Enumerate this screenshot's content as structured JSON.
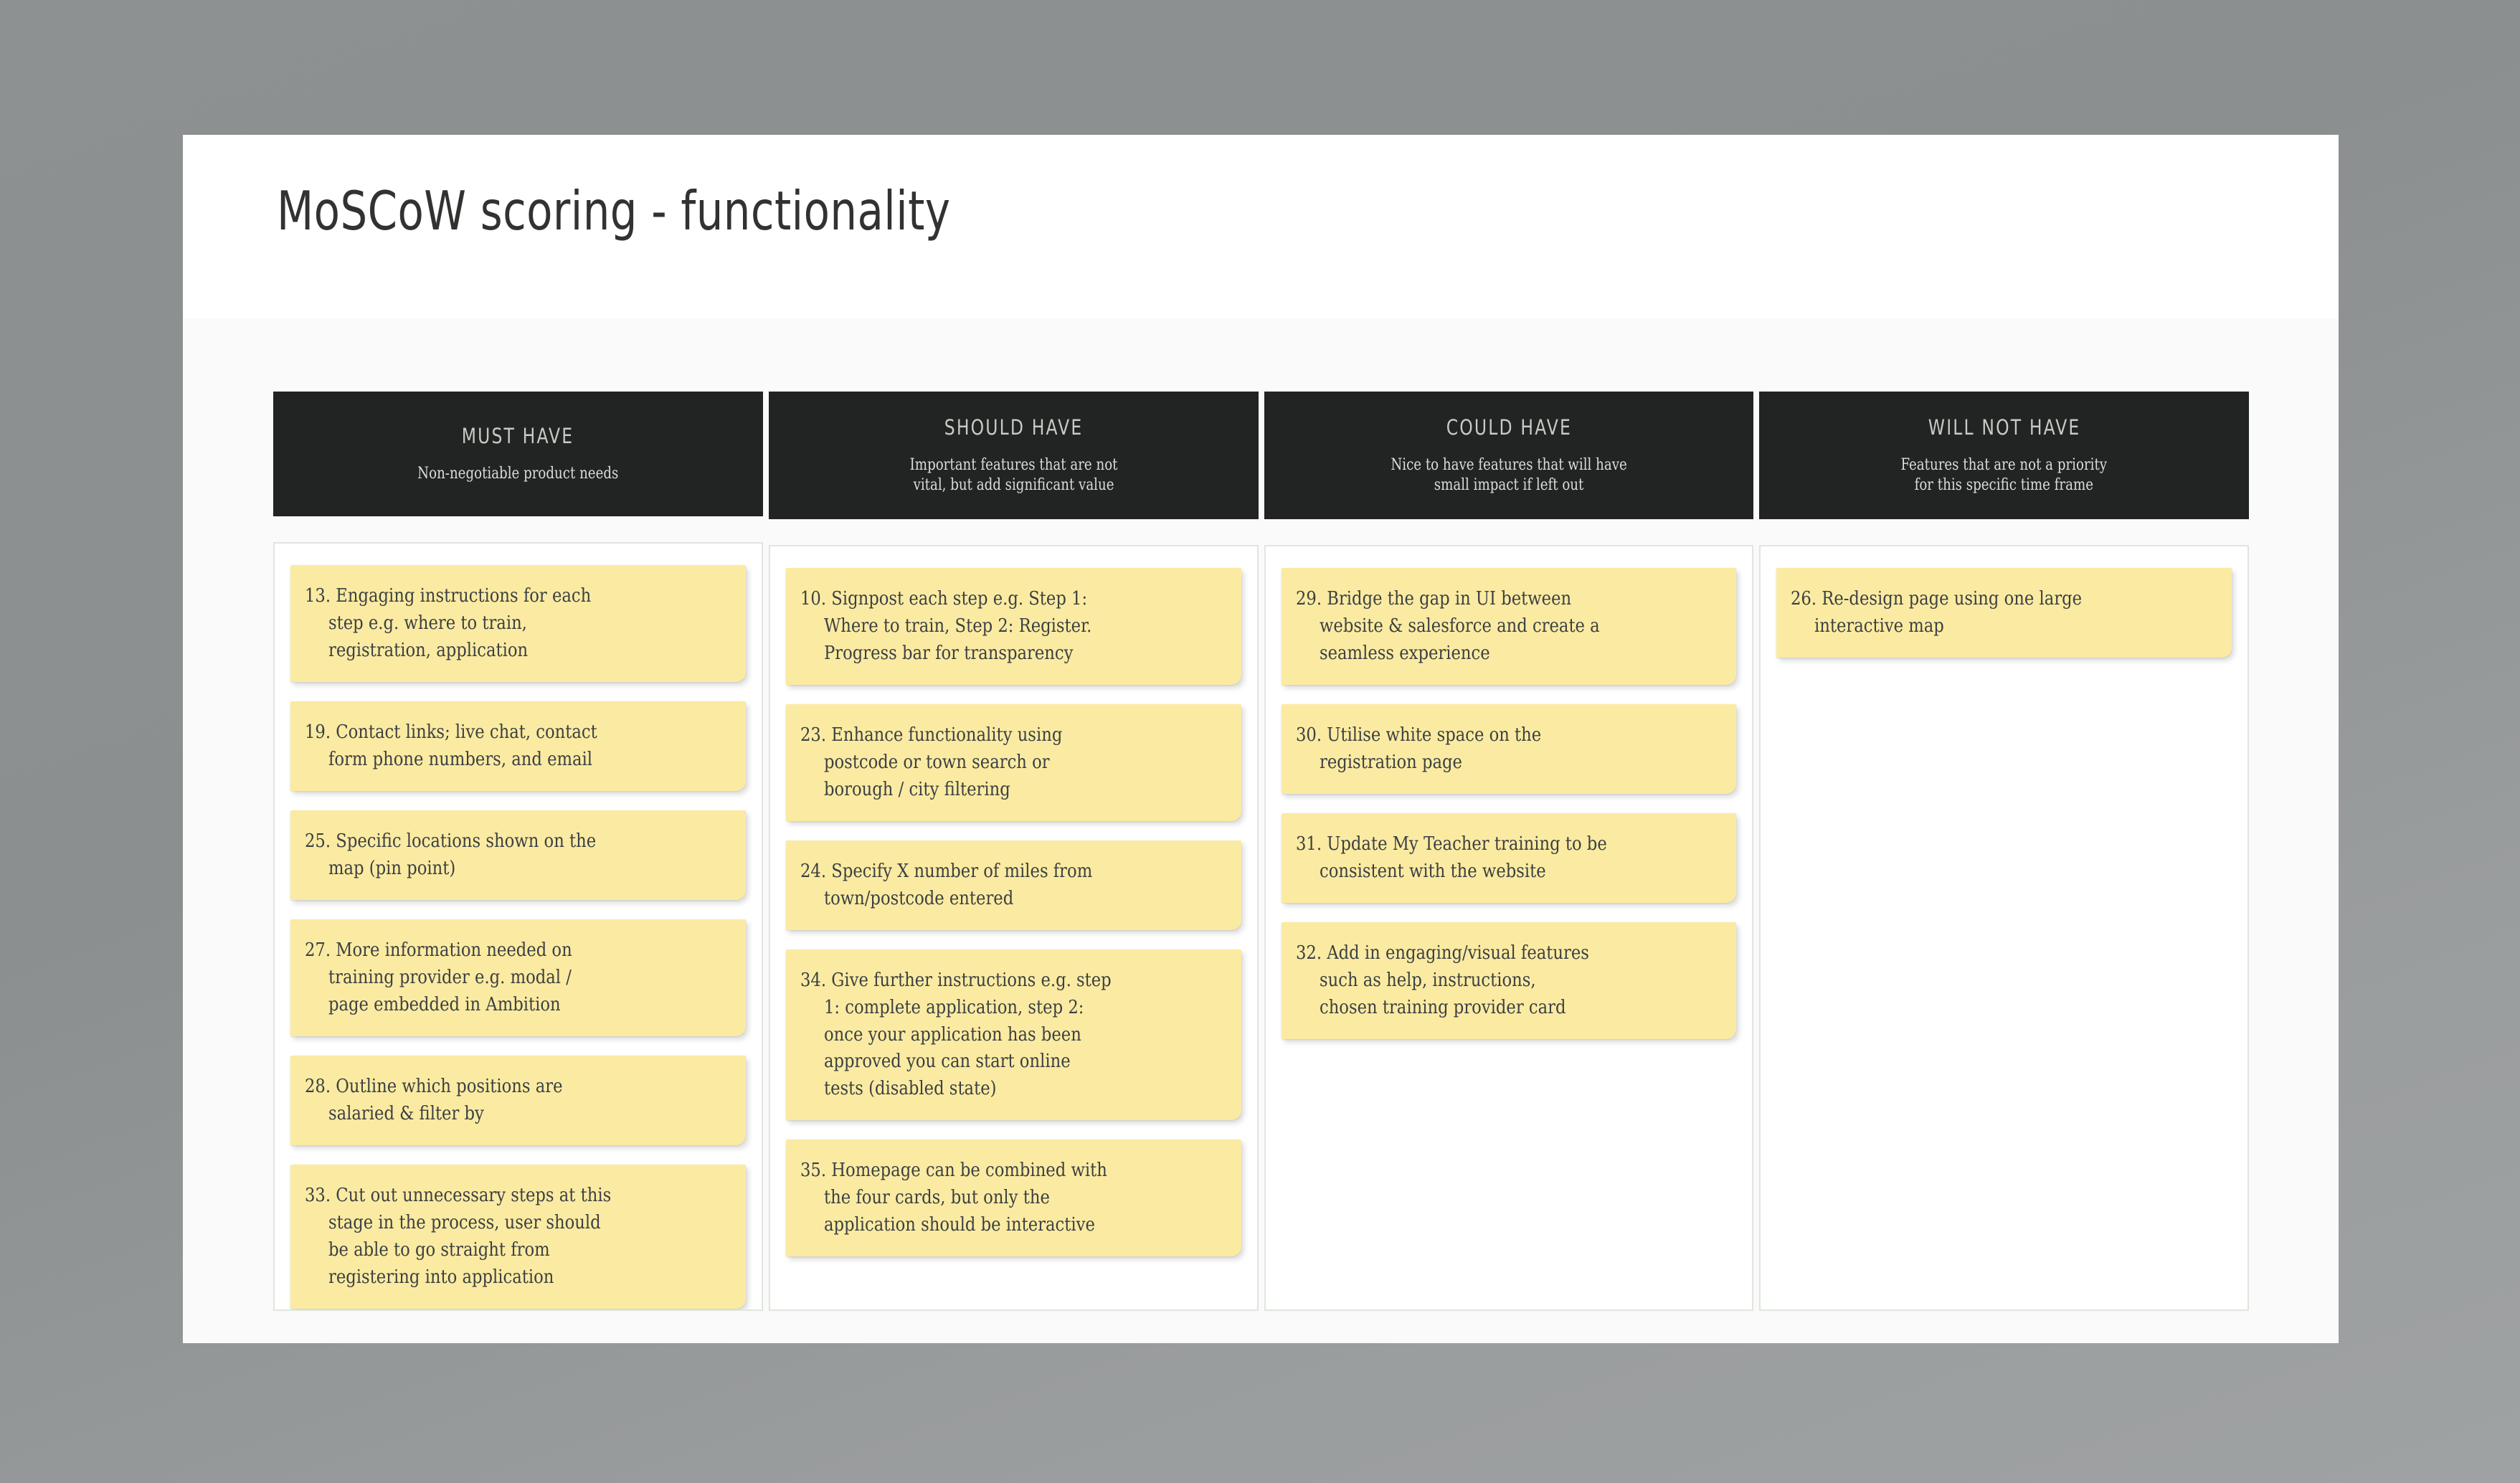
{
  "slide": {
    "title": "MoSCoW scoring - functionality"
  },
  "columns": [
    {
      "id": "must-have",
      "title": "MUST HAVE",
      "subtitle": "Non-negotiable product needs",
      "notes": [
        {
          "id": "13",
          "text": "13. Engaging instructions for each\nstep e.g. where to train,\nregistration, application"
        },
        {
          "id": "19",
          "text": "19. Contact links; live chat, contact\nform phone numbers, and email"
        },
        {
          "id": "25",
          "text": "25. Specific locations shown on the\nmap (pin point)"
        },
        {
          "id": "27",
          "text": "27. More information needed on\ntraining provider e.g. modal /\npage embedded in Ambition"
        },
        {
          "id": "28",
          "text": "28. Outline which positions are\nsalaried  & filter by"
        },
        {
          "id": "33",
          "text": "33. Cut out unnecessary steps at this\nstage in the process, user should\nbe able to go straight from\nregistering into application"
        }
      ]
    },
    {
      "id": "should-have",
      "title": "SHOULD HAVE",
      "subtitle": "Important features that are not\nvital, but add significant value",
      "notes": [
        {
          "id": "10",
          "text": "10. Signpost each step e.g. Step 1:\nWhere to train, Step 2: Register.\nProgress bar for transparency"
        },
        {
          "id": "23",
          "text": "23. Enhance functionality using\npostcode or town search or\nborough / city filtering"
        },
        {
          "id": "24",
          "text": "24. Specify X number of miles from\ntown/postcode entered"
        },
        {
          "id": "34",
          "text": "34. Give further instructions e.g. step\n1: complete application, step 2:\nonce your application has been\napproved you can start online\ntests (disabled state)"
        },
        {
          "id": "35",
          "text": "35. Homepage can be combined with\nthe four cards, but only the\napplication should be interactive"
        }
      ]
    },
    {
      "id": "could-have",
      "title": "COULD HAVE",
      "subtitle": "Nice to have features that will have\nsmall impact if left out",
      "notes": [
        {
          "id": "29",
          "text": "29. Bridge the gap in UI between\nwebsite & salesforce and create a\nseamless experience"
        },
        {
          "id": "30",
          "text": "30. Utilise white space on the\nregistration page"
        },
        {
          "id": "31",
          "text": "31. Update My Teacher training to be\nconsistent with the website"
        },
        {
          "id": "32",
          "text": "32. Add in engaging/visual features\nsuch as help, instructions,\nchosen training provider card"
        }
      ]
    },
    {
      "id": "will-not-have",
      "title": "WILL NOT HAVE",
      "subtitle": "Features that are not a priority\nfor this specific time frame",
      "notes": [
        {
          "id": "26",
          "text": "26. Re-design page using one large\ninteractive map"
        }
      ]
    }
  ],
  "colors": {
    "header_background": "#212422",
    "note_background": "#fbeba2",
    "slide_background": "#fafafa",
    "page_background": "#8d9191",
    "note_text": "#3c4043",
    "header_title_text": "#c9c9c5"
  }
}
